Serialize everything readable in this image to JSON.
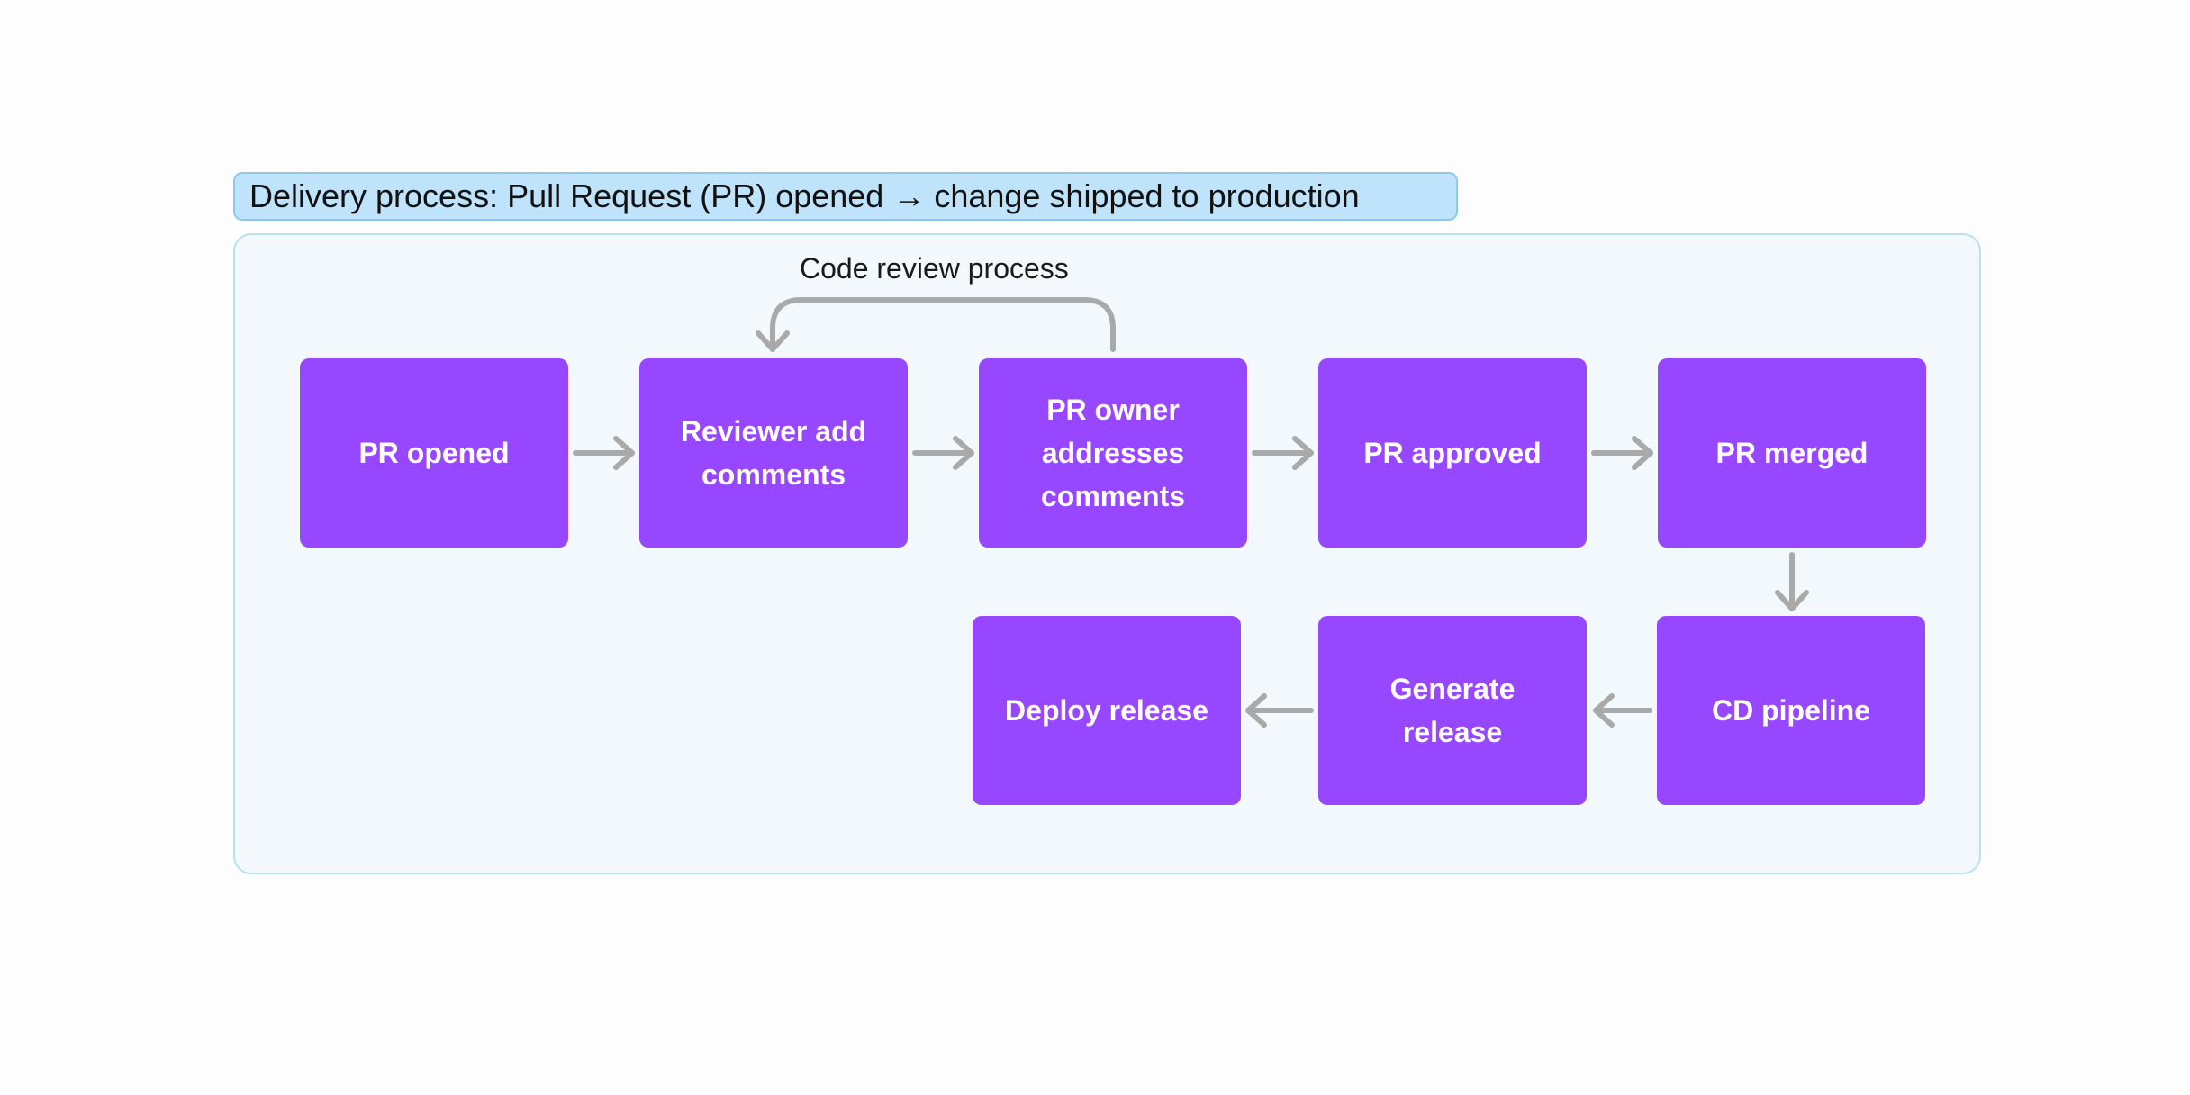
{
  "diagram": {
    "title": "Delivery process: Pull Request (PR) opened → change shipped to production",
    "loop_label": "Code review process",
    "nodes": {
      "pr_opened": "PR opened",
      "reviewer_add_comments": "Reviewer add comments",
      "pr_owner_addresses": "PR owner addresses comments",
      "pr_approved": "PR approved",
      "pr_merged": "PR merged",
      "cd_pipeline": "CD pipeline",
      "generate_release": "Generate release",
      "deploy_release": "Deploy release"
    },
    "colors": {
      "node_fill": "#9747ff",
      "node_text": "#ffffff",
      "title_fill": "#bfe3fb",
      "container_fill": "#f3f8fc",
      "container_border": "#b9dff4",
      "connector": "#a9a9a9"
    }
  }
}
